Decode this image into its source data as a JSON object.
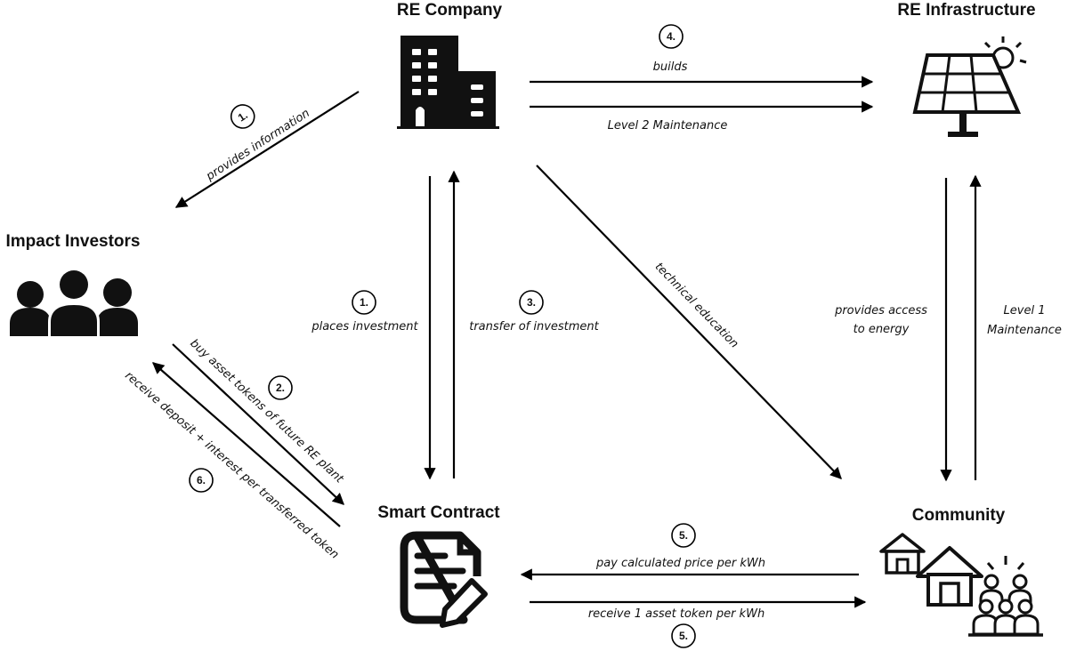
{
  "nodes": {
    "re_company": "RE Company",
    "re_infrastructure": "RE Infrastructure",
    "impact_investors": "Impact Investors",
    "smart_contract": "Smart Contract",
    "community": "Community"
  },
  "icons": {
    "re_company": "office-building-icon",
    "re_infrastructure": "solar-panel-icon",
    "impact_investors": "group-of-people-icon",
    "smart_contract": "contract-document-icon",
    "community": "houses-and-crowd-icon"
  },
  "edges": {
    "builds": {
      "step": "4.",
      "label": "builds"
    },
    "level2": {
      "label": "Level 2 Maintenance"
    },
    "provides_info": {
      "step": "1.",
      "label": "provides information"
    },
    "places_investment": {
      "step": "1.",
      "label": "places investment"
    },
    "transfer_investment": {
      "step": "3.",
      "label": "transfer of investment"
    },
    "technical_education": {
      "label": "technical education"
    },
    "access_energy": {
      "line1": "provides access",
      "line2": "to energy"
    },
    "level1": {
      "line1": "Level 1",
      "line2": "Maintenance"
    },
    "buy_tokens": {
      "step": "2.",
      "label": "buy asset tokens of future RE plant"
    },
    "receive_deposit": {
      "step": "6.",
      "label": "receive deposit + interest per transferred token"
    },
    "pay_price": {
      "step": "5.",
      "label": "pay calculated price per kWh"
    },
    "receive_token": {
      "step": "5.",
      "label": "receive 1 asset token per kWh"
    }
  }
}
